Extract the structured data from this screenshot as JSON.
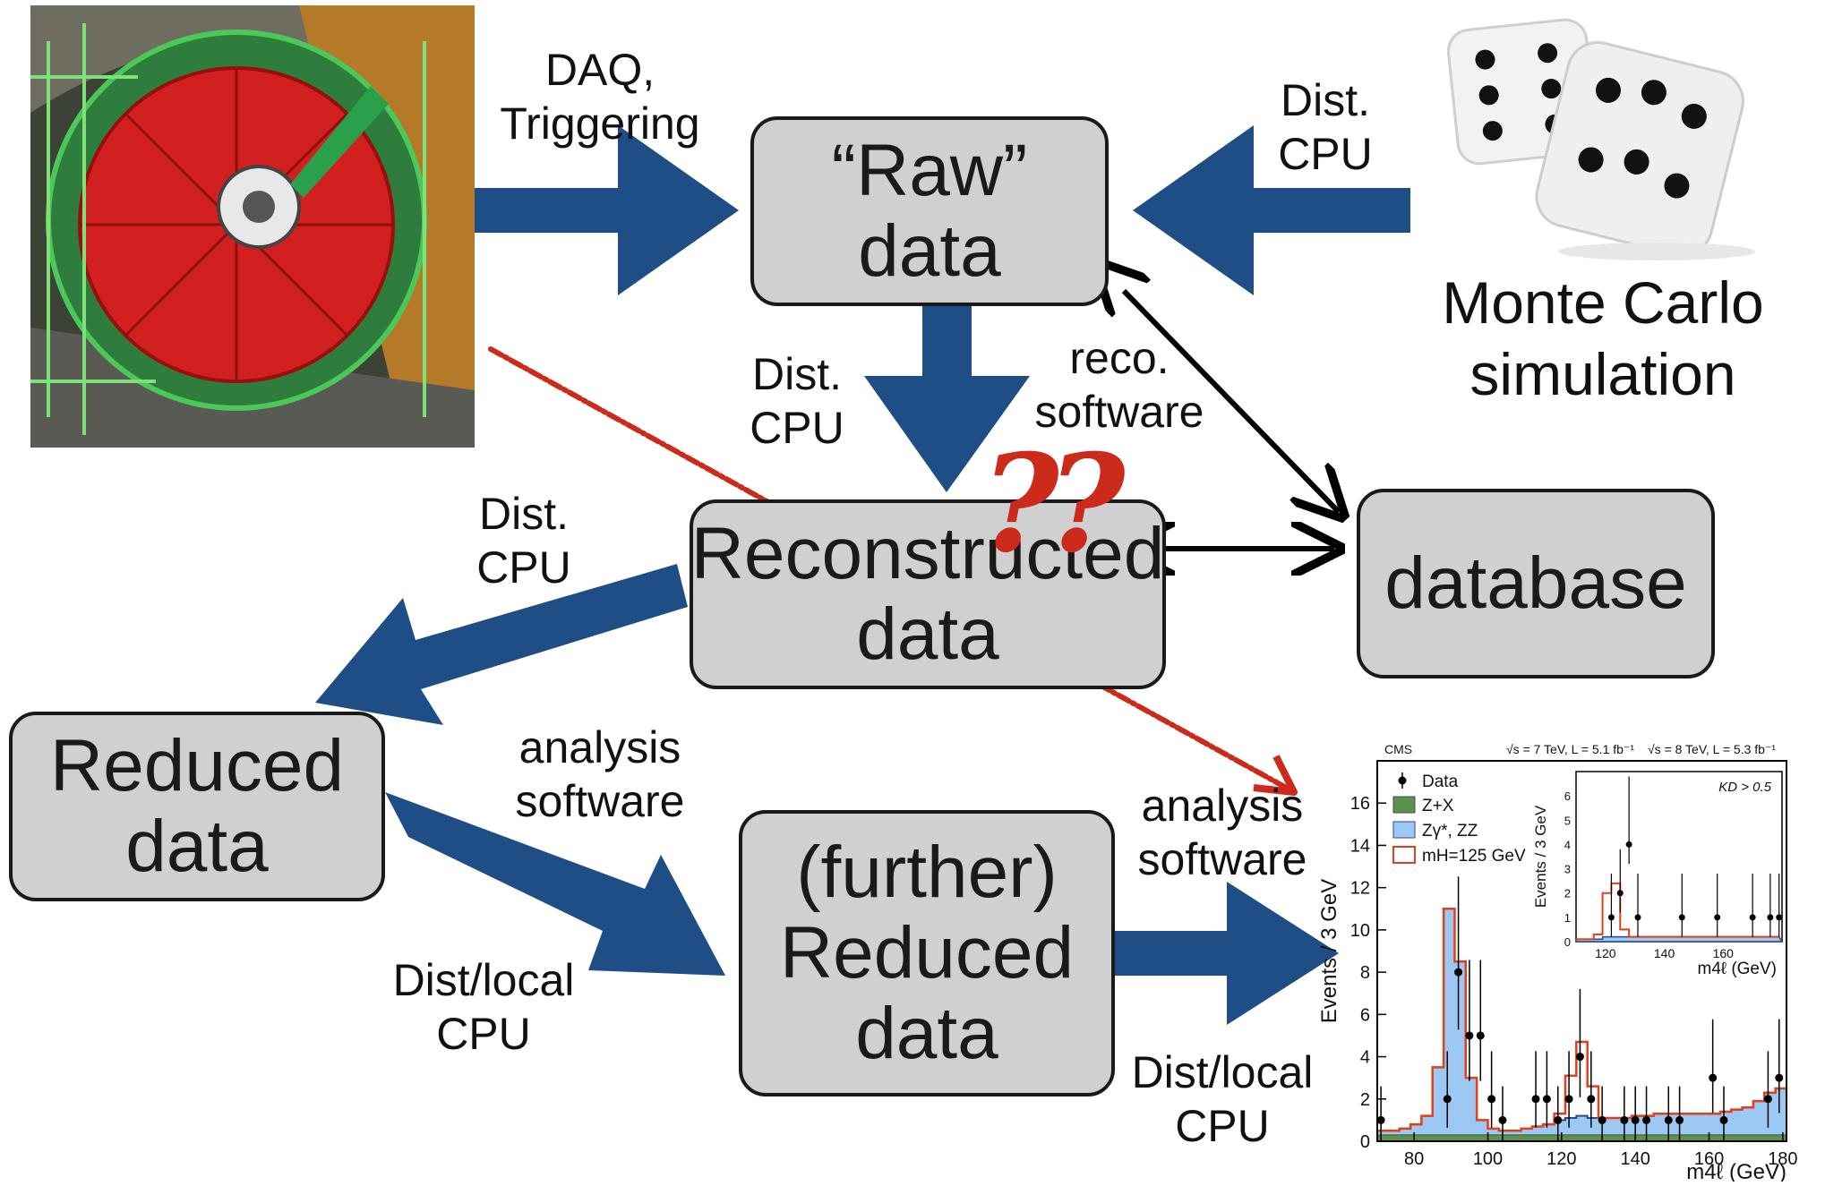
{
  "boxes": {
    "raw": "“Raw” data",
    "reconstructed": "Reconstructed\ndata",
    "database": "database",
    "reduced": "Reduced\ndata",
    "further": "(further)\nReduced\ndata"
  },
  "labels": {
    "daq": "DAQ,\nTriggering",
    "dist_cpu_mc": "Dist.\nCPU",
    "monte_carlo": "Monte Carlo\nsimulation",
    "dist_cpu_center": "Dist.\nCPU",
    "reco_software": "reco.\nsoftware",
    "dist_cpu_left": "Dist.\nCPU",
    "analysis_software_1": "analysis\nsoftware",
    "analysis_software_2": "analysis\nsoftware",
    "dist_local_1": "Dist/local\nCPU",
    "dist_local_2": "Dist/local\nCPU",
    "question_marks": "??"
  },
  "colors": {
    "arrow_blue": "#1f4e87",
    "box_fill": "#d0d0d0",
    "red_scribble": "#cc2a1a"
  },
  "icons": {
    "detector": "particle-detector-photo",
    "dice": "dice-icon"
  },
  "chart_data": {
    "type": "bar",
    "header_left": "CMS",
    "header_right_1": "√s = 7 TeV, L = 5.1 fb⁻¹",
    "header_right_2": "√s = 8 TeV, L = 5.3 fb⁻¹",
    "xlabel": "m4ℓ (GeV)",
    "ylabel": "Events / 3 GeV",
    "xlim": [
      70,
      181
    ],
    "ylim": [
      0,
      18
    ],
    "x_ticks": [
      80,
      100,
      120,
      140,
      160,
      180
    ],
    "y_ticks": [
      0,
      2,
      4,
      6,
      8,
      10,
      12,
      14,
      16
    ],
    "legend": [
      "Data",
      "Z+X",
      "Zγ*, ZZ",
      "mH=125 GeV"
    ],
    "bins_x": [
      70,
      73,
      76,
      79,
      82,
      85,
      88,
      91,
      94,
      97,
      100,
      103,
      106,
      109,
      112,
      115,
      118,
      121,
      124,
      127,
      130,
      133,
      136,
      139,
      142,
      145,
      148,
      151,
      154,
      157,
      160,
      163,
      166,
      169,
      172,
      175,
      178
    ],
    "zz_values": [
      0.5,
      0.5,
      0.6,
      0.8,
      1.2,
      3.5,
      11,
      8.5,
      3,
      1,
      0.6,
      0.5,
      0.5,
      0.6,
      0.7,
      0.8,
      1,
      1.1,
      1.2,
      1.1,
      1.1,
      1.1,
      1.1,
      1.2,
      1.2,
      1.3,
      1.3,
      1.3,
      1.3,
      1.3,
      1.3,
      1.4,
      1.5,
      1.6,
      1.9,
      2.3,
      2.5
    ],
    "zx_values": [
      0.3,
      0.3,
      0.3,
      0.3,
      0.3,
      0.3,
      0.3,
      0.3,
      0.3,
      0.3,
      0.3,
      0.3,
      0.3,
      0.3,
      0.3,
      0.3,
      0.3,
      0.3,
      0.3,
      0.3,
      0.3,
      0.3,
      0.3,
      0.3,
      0.3,
      0.3,
      0.3,
      0.3,
      0.3,
      0.3,
      0.3,
      0.3,
      0.3,
      0.3,
      0.3,
      0.3,
      0.3
    ],
    "signal_values": [
      0,
      0,
      0,
      0,
      0,
      0,
      0,
      0,
      0,
      0,
      0,
      0,
      0,
      0,
      0,
      0,
      0.3,
      2,
      3.5,
      1.5,
      0,
      0,
      0,
      0,
      0,
      0,
      0,
      0,
      0,
      0,
      0,
      0,
      0,
      0,
      0,
      0,
      0
    ],
    "data_points": [
      {
        "x": 71,
        "y": 1
      },
      {
        "x": 89,
        "y": 2
      },
      {
        "x": 92,
        "y": 8
      },
      {
        "x": 95,
        "y": 5
      },
      {
        "x": 98,
        "y": 5
      },
      {
        "x": 101,
        "y": 2
      },
      {
        "x": 104,
        "y": 1
      },
      {
        "x": 113,
        "y": 2
      },
      {
        "x": 116,
        "y": 2
      },
      {
        "x": 119,
        "y": 1
      },
      {
        "x": 122,
        "y": 2
      },
      {
        "x": 125,
        "y": 4
      },
      {
        "x": 128,
        "y": 2
      },
      {
        "x": 131,
        "y": 1
      },
      {
        "x": 137,
        "y": 1
      },
      {
        "x": 140,
        "y": 1
      },
      {
        "x": 143,
        "y": 1
      },
      {
        "x": 149,
        "y": 1
      },
      {
        "x": 152,
        "y": 1
      },
      {
        "x": 161,
        "y": 3
      },
      {
        "x": 164,
        "y": 1
      },
      {
        "x": 176,
        "y": 2
      },
      {
        "x": 179,
        "y": 3
      }
    ],
    "inset": {
      "label": "KD > 0.5",
      "ylabel": "Events / 3 GeV",
      "xlabel": "m4ℓ (GeV)",
      "xlim": [
        110,
        180
      ],
      "ylim": [
        0,
        7
      ],
      "x_ticks": [
        120,
        140,
        160
      ],
      "y_ticks": [
        0,
        1,
        2,
        3,
        4,
        5,
        6
      ],
      "data_points": [
        {
          "x": 122,
          "y": 1
        },
        {
          "x": 125,
          "y": 2
        },
        {
          "x": 128,
          "y": 4
        },
        {
          "x": 131,
          "y": 1
        },
        {
          "x": 146,
          "y": 1
        },
        {
          "x": 158,
          "y": 1
        },
        {
          "x": 170,
          "y": 1
        },
        {
          "x": 176,
          "y": 1
        },
        {
          "x": 179,
          "y": 1
        }
      ],
      "signal_values": [
        0,
        0,
        0.2,
        1.8,
        2.2,
        0.3,
        0,
        0,
        0,
        0,
        0,
        0,
        0,
        0,
        0,
        0,
        0,
        0,
        0,
        0,
        0,
        0,
        0
      ],
      "bg_values": [
        0.1,
        0.1,
        0.1,
        0.2,
        0.2,
        0.2,
        0.2,
        0.2,
        0.2,
        0.2,
        0.2,
        0.2,
        0.2,
        0.2,
        0.2,
        0.2,
        0.2,
        0.2,
        0.2,
        0.2,
        0.2,
        0.2,
        0.2
      ]
    }
  }
}
